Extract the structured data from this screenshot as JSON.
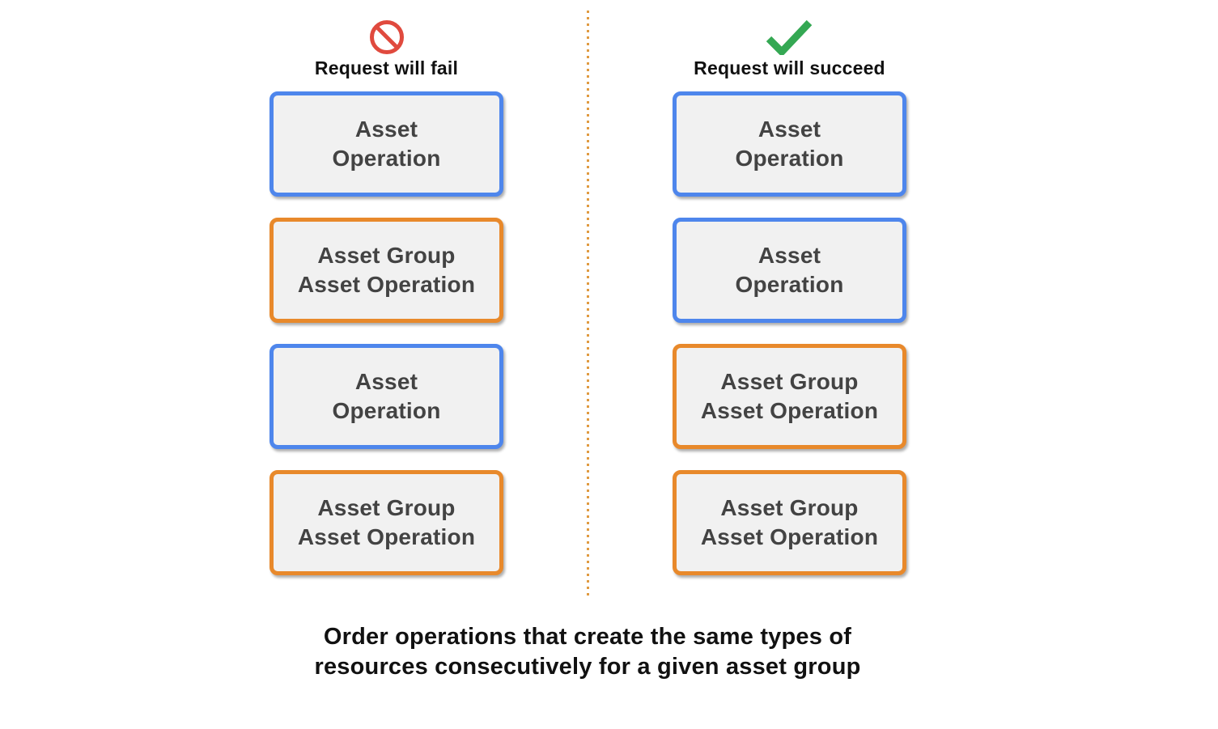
{
  "caption": "Order operations that create the same types of\nresources consecutively for a given asset group",
  "columns": [
    {
      "heading": "Request will fail",
      "icon": "prohibition-icon",
      "boxes": [
        {
          "type": "asset-operation",
          "label": "Asset\nOperation"
        },
        {
          "type": "asset-group-asset-operation",
          "label": "Asset Group\nAsset Operation"
        },
        {
          "type": "asset-operation",
          "label": "Asset\nOperation"
        },
        {
          "type": "asset-group-asset-operation",
          "label": "Asset Group\nAsset Operation"
        }
      ]
    },
    {
      "heading": "Request will succeed",
      "icon": "checkmark-icon",
      "boxes": [
        {
          "type": "asset-operation",
          "label": "Asset\nOperation"
        },
        {
          "type": "asset-operation",
          "label": "Asset\nOperation"
        },
        {
          "type": "asset-group-asset-operation",
          "label": "Asset Group\nAsset Operation"
        },
        {
          "type": "asset-group-asset-operation",
          "label": "Asset Group\nAsset Operation"
        }
      ]
    }
  ],
  "colors": {
    "blue_border": "#4e86ec",
    "orange_border": "#e8892b",
    "box_fill": "#f1f1f1",
    "box_text": "#434343",
    "heading_text": "#111111",
    "caption_text": "#111111",
    "fail_icon_red": "#e04a3e",
    "success_icon_green": "#34a853",
    "divider_orange": "#e09a40"
  }
}
